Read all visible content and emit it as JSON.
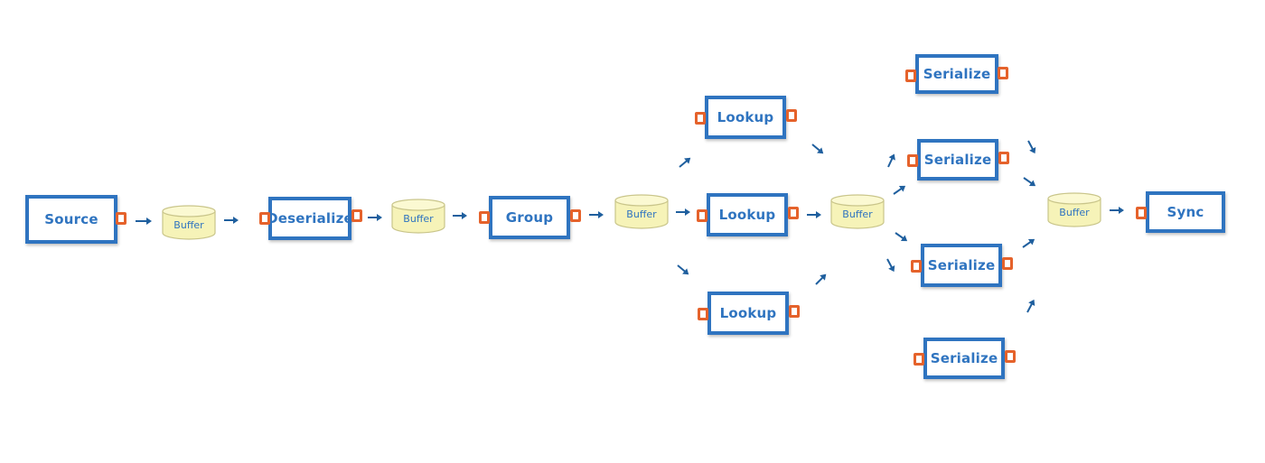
{
  "colors": {
    "block_border": "#2f74c0",
    "port": "#e5622b",
    "buffer_fill": "#f6f3b8",
    "arrow": "#1f5f9e",
    "text": "#2f74c0"
  },
  "nodes": {
    "source": "Source",
    "buffer1": "Buffer",
    "deserialize": "Deserialize",
    "buffer2": "Buffer",
    "group": "Group",
    "buffer3": "Buffer",
    "lookup_top": "Lookup",
    "lookup_mid": "Lookup",
    "lookup_bot": "Lookup",
    "buffer4": "Buffer",
    "serialize_1": "Serialize",
    "serialize_2": "Serialize",
    "serialize_3": "Serialize",
    "serialize_4": "Serialize",
    "buffer5": "Buffer",
    "sync": "Sync"
  }
}
